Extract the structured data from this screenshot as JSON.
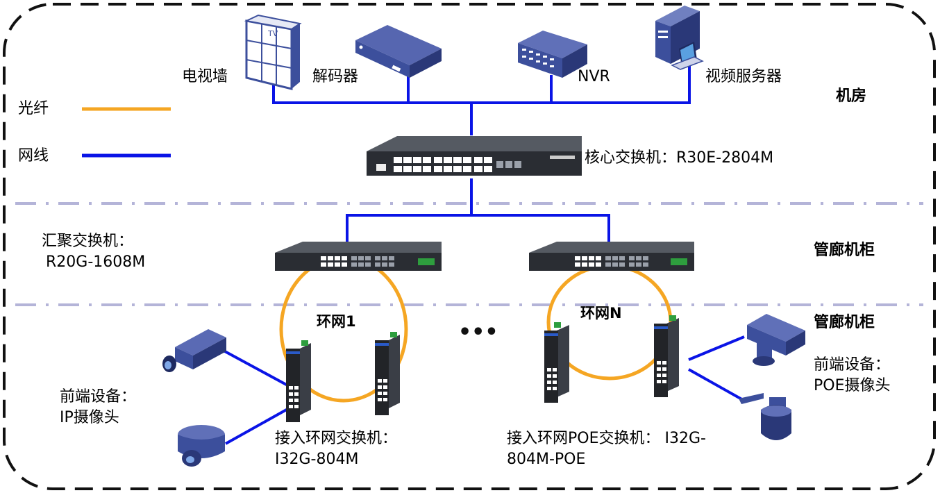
{
  "colors": {
    "fiber": "#f5a623",
    "cable": "#0a14e6",
    "divider": "#b4b4d8",
    "device_dark": "#2a2d33",
    "device_blue": "#3c4f9c"
  },
  "legend": {
    "fiber": "光纤",
    "cable": "网线"
  },
  "zones": {
    "server_room": "机房",
    "corridor_top": "管廊机柜",
    "corridor_bottom": "管廊机柜"
  },
  "devices": {
    "tv_wall": "电视墙",
    "decoder": "解码器",
    "nvr": "NVR",
    "video_server": "视频服务器",
    "core_switch": "核心交换机：R30E-2804M",
    "agg_label_1": "汇聚交换机：",
    "agg_label_2": "R20G-1608M",
    "ring1": "环网1",
    "ringN": "环网N",
    "ellipsis": "•••",
    "access_label_1": "接入环网交换机：",
    "access_label_2": "I32G-804M",
    "poe_access_label_1": "接入环网POE交换机：  I32G-",
    "poe_access_label_2": "804M-POE",
    "front_ip_1": "前端设备：",
    "front_ip_2": "IP摄像头",
    "front_poe_1": "前端设备：",
    "front_poe_2": "POE摄像头"
  },
  "icons": [
    "tv-wall-icon",
    "decoder-icon",
    "nvr-icon",
    "video-server-icon",
    "core-switch-icon",
    "aggregation-switch-icon",
    "din-rail-switch-icon",
    "bullet-camera-icon",
    "dome-camera-icon",
    "ptz-camera-icon",
    "speed-dome-icon"
  ]
}
